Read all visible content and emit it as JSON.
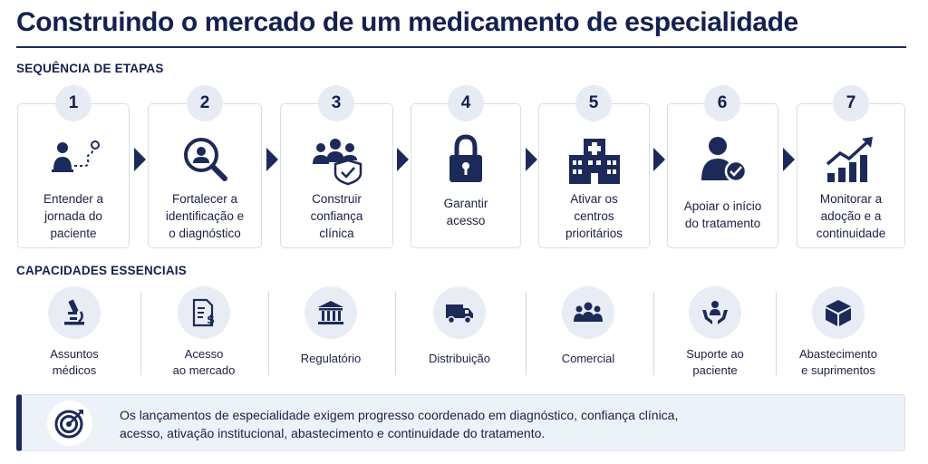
{
  "title": "Construindo o mercado de um medicamento de especialidade",
  "sections": {
    "steps_label": "SEQUÊNCIA DE ETAPAS",
    "capabilities_label": "CAPACIDADES ESSENCIAIS"
  },
  "steps": [
    {
      "number": "1",
      "line1": "Entender a",
      "line2": "jornada do",
      "line3": "paciente",
      "icon": "patient-journey-icon"
    },
    {
      "number": "2",
      "line1": "Fortalecer a",
      "line2": "identificação e",
      "line3": "o diagnóstico",
      "icon": "magnifier-person-icon"
    },
    {
      "number": "3",
      "line1": "Construir",
      "line2": "confiança",
      "line3": "clínica",
      "icon": "group-shield-icon"
    },
    {
      "number": "4",
      "line1": "Garantir",
      "line2": "acesso",
      "line3": "",
      "icon": "padlock-icon"
    },
    {
      "number": "5",
      "line1": "Ativar os",
      "line2": "centros",
      "line3": "prioritários",
      "icon": "hospital-icon"
    },
    {
      "number": "6",
      "line1": "Apoiar o início",
      "line2": "do tratamento",
      "line3": "",
      "icon": "person-check-icon"
    },
    {
      "number": "7",
      "line1": "Monitorar a",
      "line2": "adoção e a",
      "line3": "continuidade",
      "icon": "growth-chart-icon"
    }
  ],
  "capabilities": [
    {
      "line1": "Assuntos",
      "line2": "médicos",
      "icon": "microscope-icon"
    },
    {
      "line1": "Acesso",
      "line2": "ao mercado",
      "icon": "price-document-icon"
    },
    {
      "line1": "Regulatório",
      "line2": "",
      "icon": "government-building-icon"
    },
    {
      "line1": "Distribuição",
      "line2": "",
      "icon": "truck-icon"
    },
    {
      "line1": "Comercial",
      "line2": "",
      "icon": "team-icon"
    },
    {
      "line1": "Suporte ao",
      "line2": "paciente",
      "icon": "hands-person-icon"
    },
    {
      "line1": "Abastecimento",
      "line2": "e suprimentos",
      "icon": "box-icon"
    }
  ],
  "banner": {
    "line1": "Os lançamentos de especialidade exigem progresso coordenado em diagnóstico, confiança clínica,",
    "line2": "acesso, ativação institucional, abastecimento e continuidade do tratamento.",
    "icon": "target-icon"
  },
  "colors": {
    "navy": "#14204f",
    "card_border": "#d6deea",
    "circle_bg": "#e6ebf4",
    "banner_bg": "#edf1f8"
  }
}
